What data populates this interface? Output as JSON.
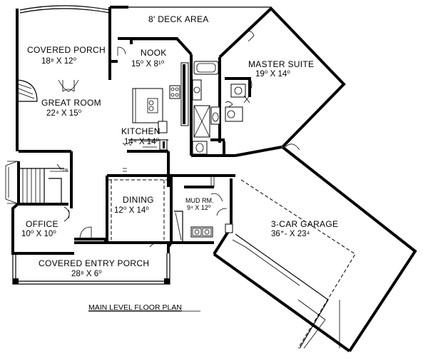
{
  "plan_title": "MAIN LEVEL FLOOR PLAN",
  "areas": {
    "deck": {
      "name": "8' DECK AREA"
    },
    "covered_porch": {
      "name": "COVERED PORCH",
      "dims": "18⁸ X 12⁰"
    },
    "nook": {
      "name": "NOOK",
      "dims": "15⁰ X 8¹⁰"
    },
    "master_suite": {
      "name": "MASTER SUITE",
      "dims": "19⁰ X 14⁰"
    },
    "great_room": {
      "name": "GREAT ROOM",
      "dims": "22⁴ X 15⁰"
    },
    "kitchen": {
      "name": "KITCHEN",
      "dims": "14⁴ X 14⁰"
    },
    "dining": {
      "name": "DINING",
      "dims": "12⁰ X 14⁰"
    },
    "mud_room": {
      "name": "MUD RM.",
      "dims": "9⁴ X 12⁰"
    },
    "office": {
      "name": "OFFICE",
      "dims": "10⁰ X 10⁰"
    },
    "garage": {
      "name": "3-CAR GARAGE",
      "dims": "36⁺- X 23⁴"
    },
    "entry_porch": {
      "name": "COVERED ENTRY PORCH",
      "dims": "28⁸ X 6⁰"
    }
  },
  "stair_note": "DN"
}
